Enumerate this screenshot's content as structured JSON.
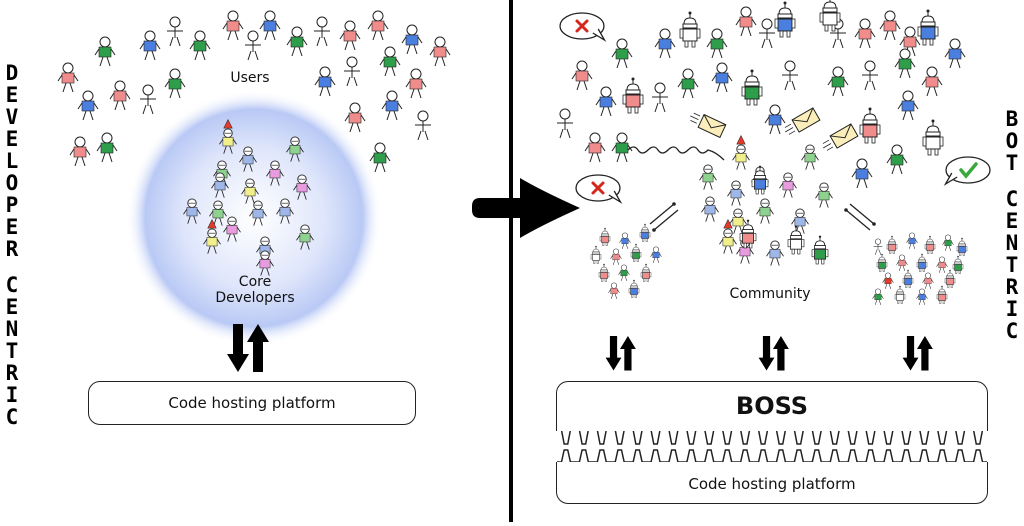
{
  "left": {
    "side_label": "DEVELOPER CENTRIC",
    "users_label": "Users",
    "core_label_line1": "Core",
    "core_label_line2": "Developers",
    "platform_label": "Code hosting platform"
  },
  "right": {
    "side_label": "BOT CENTRIC",
    "community_label": "Community",
    "boss_label": "BOSS",
    "platform_label": "Code hosting platform"
  },
  "colors": {
    "green": "#2e9e4a",
    "blue": "#4a7fe0",
    "pink": "#f08c8c",
    "core_green": "#8fd18f",
    "core_blue": "#9fb7e8",
    "core_pink": "#e99be0",
    "core_yellow": "#f1ef8a",
    "hat_red": "#e23b2b",
    "bubble_glow": "#b9c9f5",
    "check_green": "#3aa83a",
    "cross_red": "#d4281c"
  },
  "icons": {
    "big_arrow": "arrow-right-icon",
    "updown": "up-down-arrows-icon",
    "robot": "robot-icon",
    "envelope": "envelope-icon",
    "check": "checkmark-icon",
    "cross": "cross-icon"
  }
}
